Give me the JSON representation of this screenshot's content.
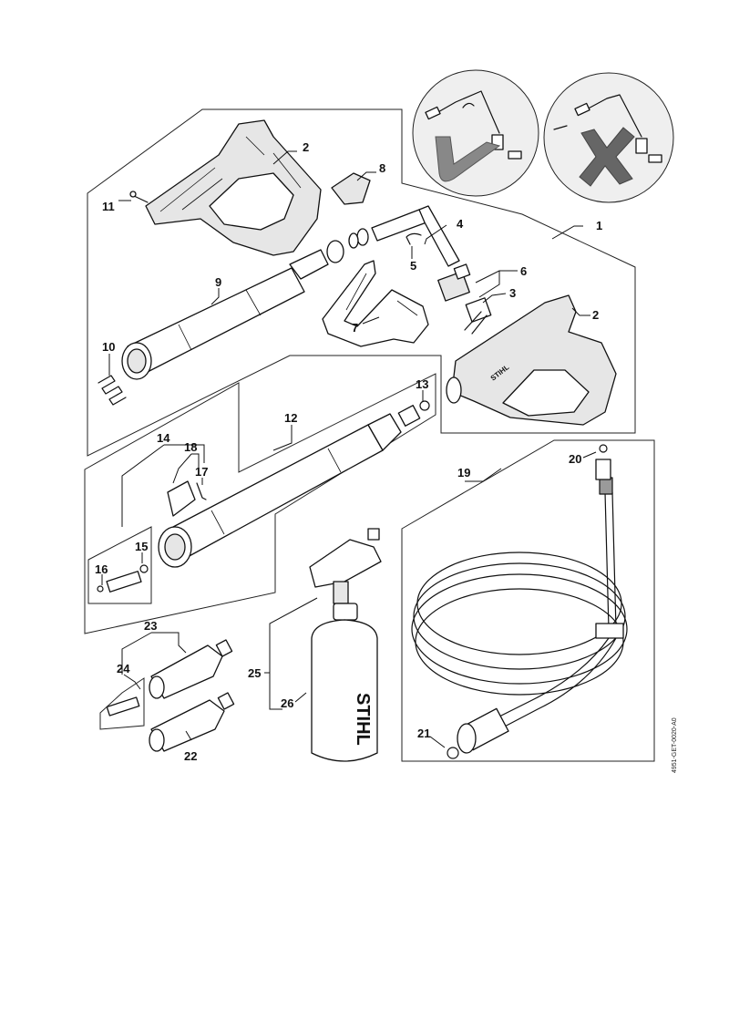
{
  "drawing_id": "4951-GET-0020-A0",
  "brand_label": "STIHL",
  "callouts": [
    {
      "id": "1"
    },
    {
      "id": "2"
    },
    {
      "id": "2"
    },
    {
      "id": "3"
    },
    {
      "id": "4"
    },
    {
      "id": "5"
    },
    {
      "id": "6"
    },
    {
      "id": "7"
    },
    {
      "id": "8"
    },
    {
      "id": "9"
    },
    {
      "id": "10"
    },
    {
      "id": "11"
    },
    {
      "id": "12"
    },
    {
      "id": "13"
    },
    {
      "id": "14"
    },
    {
      "id": "15"
    },
    {
      "id": "16"
    },
    {
      "id": "17"
    },
    {
      "id": "18"
    },
    {
      "id": "19"
    },
    {
      "id": "20"
    },
    {
      "id": "21"
    },
    {
      "id": "22"
    },
    {
      "id": "23"
    },
    {
      "id": "24"
    },
    {
      "id": "25"
    },
    {
      "id": "26"
    }
  ],
  "assembly_hints": [
    {
      "state": "correct",
      "symbol": "checkmark"
    },
    {
      "state": "incorrect",
      "symbol": "cross"
    }
  ]
}
